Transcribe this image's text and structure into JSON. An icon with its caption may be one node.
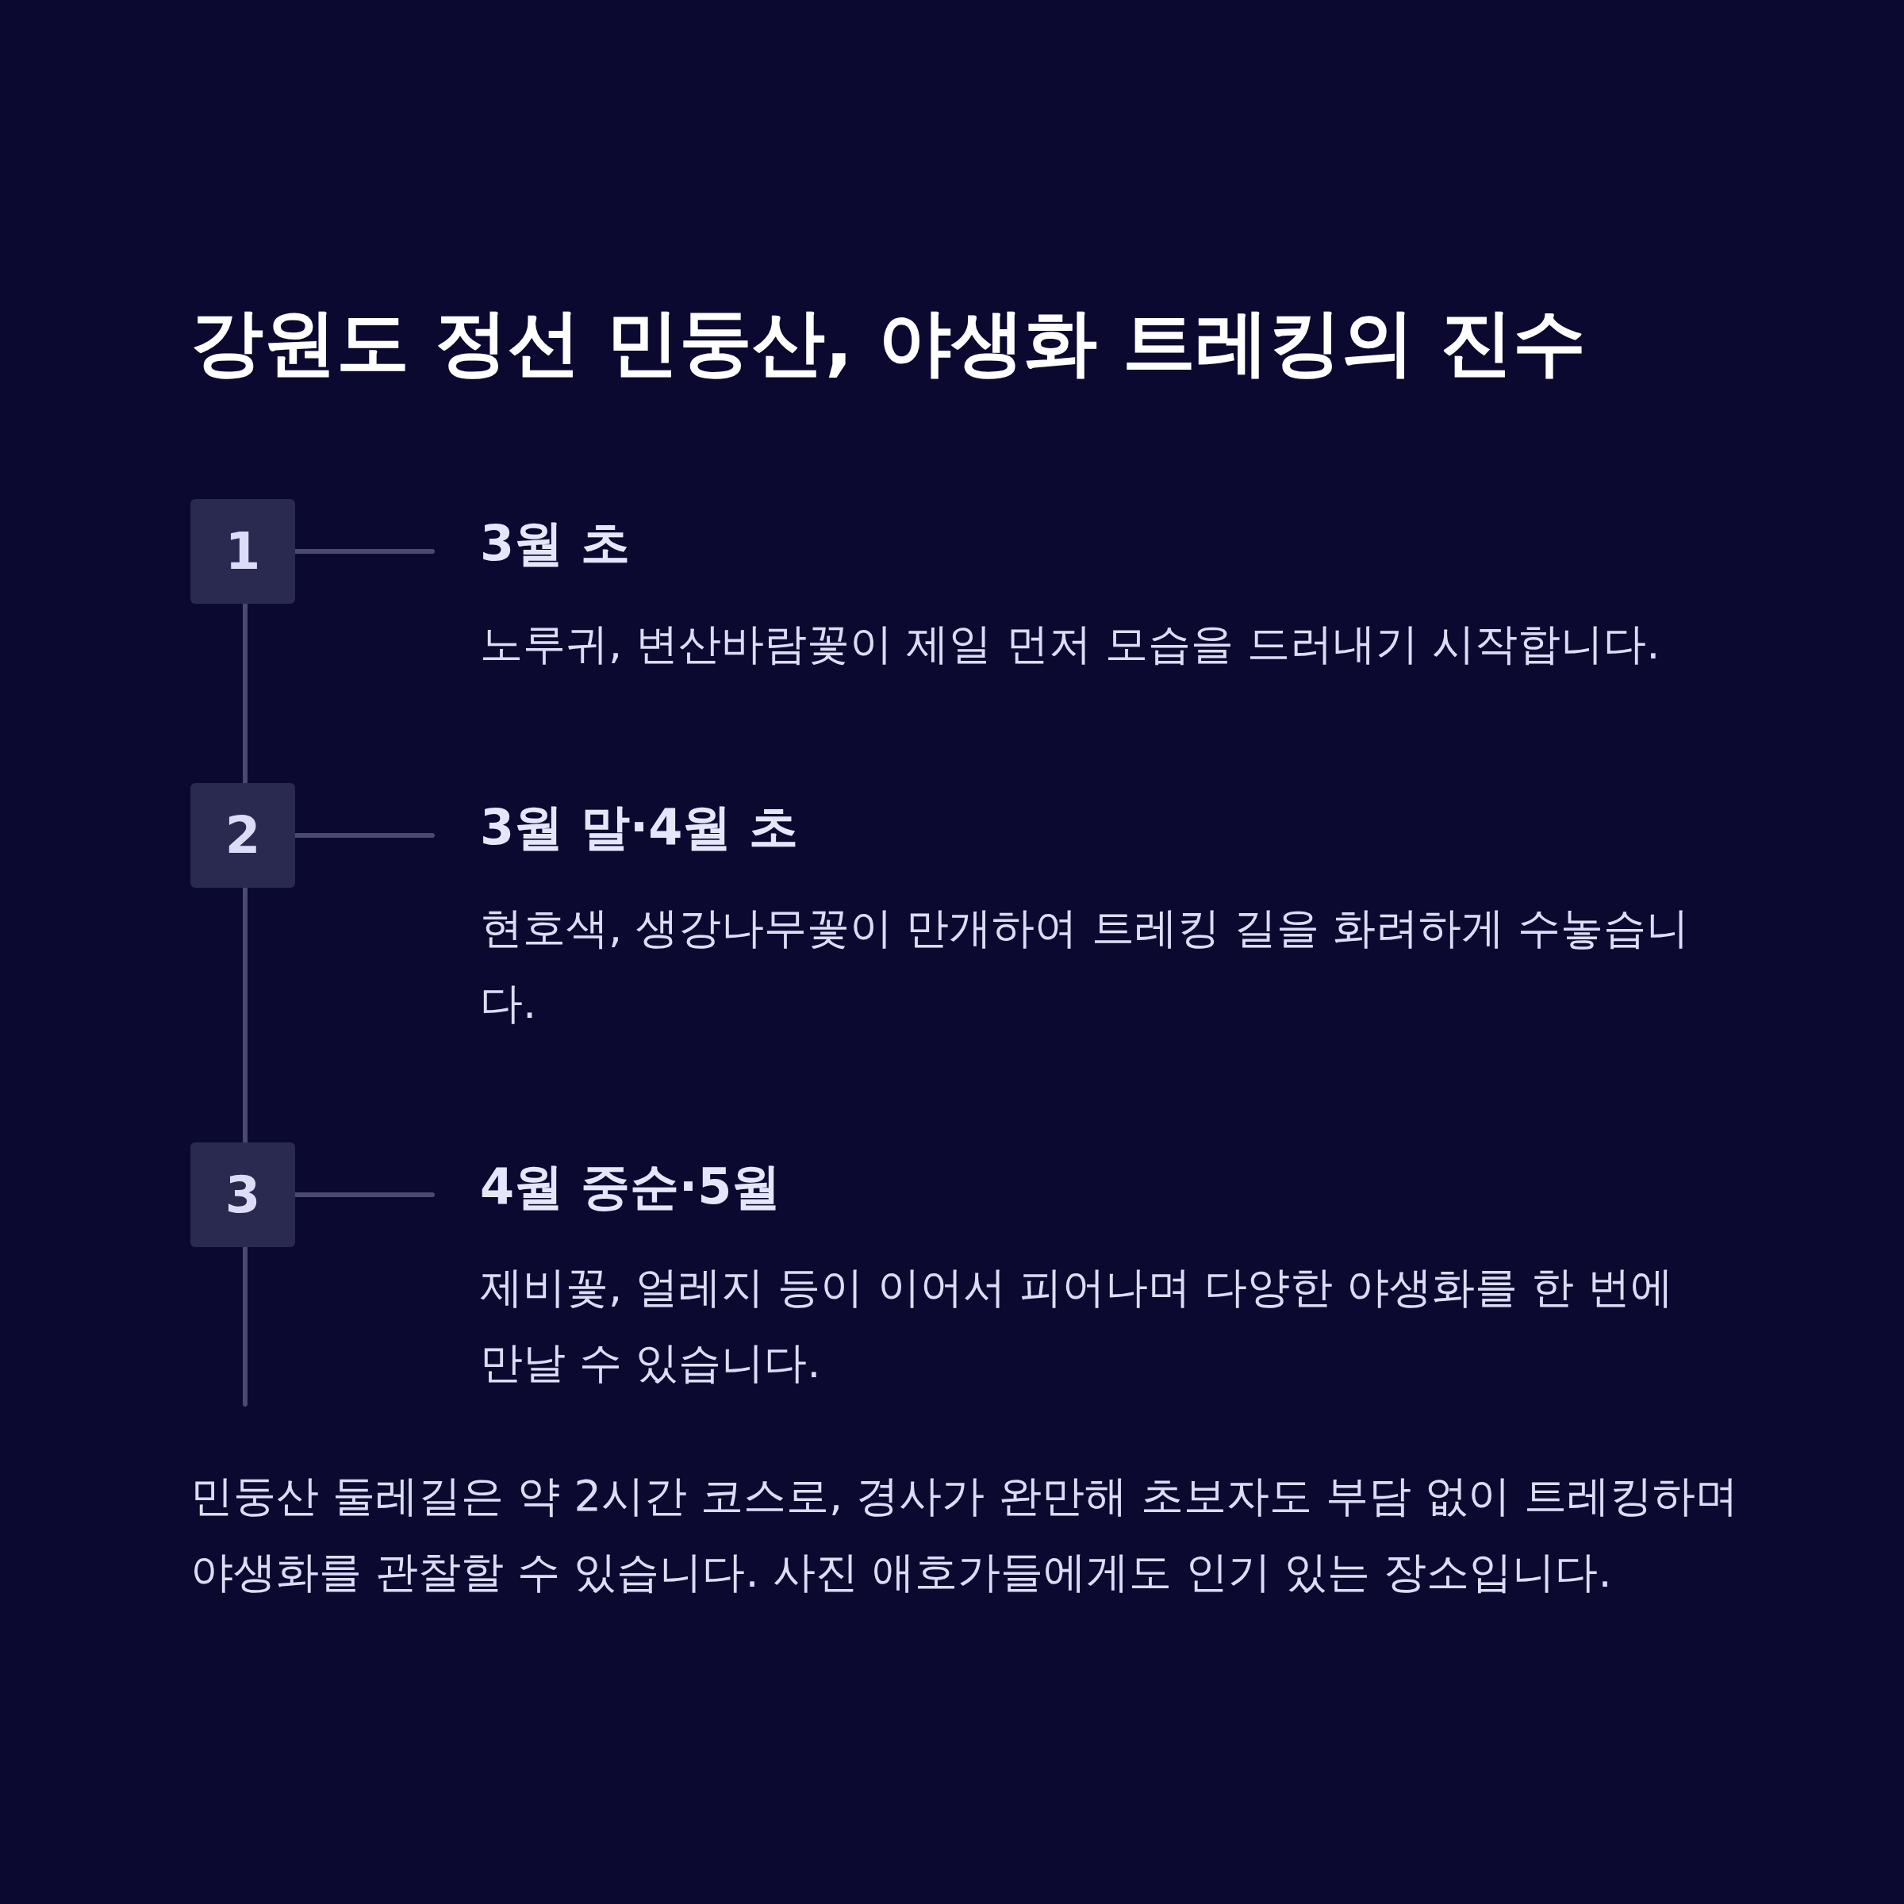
{
  "diagram": {
    "title": "강원도 정선 민둥산, 야생화 트레킹의 진수",
    "nodes": [
      {
        "text": [
          "1"
        ]
      },
      {
        "text": [
          "3월 초",
          "노루귀, 변산바람꽃이 제일 먼저 모습을 드러내기 시작합니다."
        ]
      },
      {
        "text": [
          "2"
        ]
      },
      {
        "text": [
          "3월 말·4월 초",
          "현호색, 생강나무꽃이 만개하여 트레킹 길을 화려하게 수놓습니다."
        ]
      },
      {
        "text": [
          "3"
        ]
      },
      {
        "text": [
          "4월 중순·5월",
          "제비꽃, 얼레지 등이 이어서 피어나며 다양한 야생화를 한 번에 만날 수 있습니다."
        ]
      }
    ],
    "edges": [
      {
        "from": 0,
        "to": 1,
        "arrow": "none"
      },
      {
        "from": 2,
        "to": 3,
        "arrow": "none"
      },
      {
        "from": 4,
        "to": 5,
        "arrow": "none"
      },
      {
        "from": 0,
        "to": 2,
        "arrow": "none"
      },
      {
        "from": 2,
        "to": 4,
        "arrow": "none"
      },
      {
        "from": 4,
        "to": null,
        "arrow": "none"
      }
    ],
    "labels": [
      "민둥산 둘레길은 약 2시간 코스로, 경사가 완만해 초보자도 부담 없이 트레킹하며 야생화를 관찰할 수 있습니다. 사진 애호가들에게도 인기 있는 장소입니다."
    ]
  }
}
